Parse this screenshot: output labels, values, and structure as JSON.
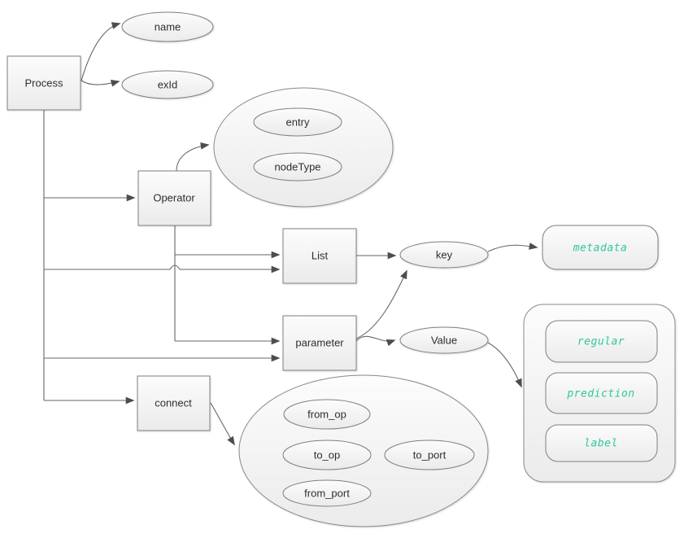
{
  "diagram": {
    "background": "#ffffff",
    "colors": {
      "shape_fill_top": "#fcfcfc",
      "shape_fill_bottom": "#ebebeb",
      "shape_border": "#7f7f7f",
      "edge": "#666666",
      "arrowhead": "#4d4d4d",
      "label_text": "#2e2e2e",
      "accent_text": "#2fc79e"
    },
    "nodes": {
      "process": {
        "label": "Process",
        "shape": "rectangle"
      },
      "name": {
        "label": "name",
        "shape": "ellipse"
      },
      "exid": {
        "label": "exId",
        "shape": "ellipse"
      },
      "operator": {
        "label": "Operator",
        "shape": "rectangle"
      },
      "entry": {
        "label": "entry",
        "shape": "ellipse"
      },
      "nodetype": {
        "label": "nodeType",
        "shape": "ellipse"
      },
      "list": {
        "label": "List",
        "shape": "rectangle"
      },
      "key": {
        "label": "key",
        "shape": "ellipse"
      },
      "parameter": {
        "label": "parameter",
        "shape": "rectangle"
      },
      "value": {
        "label": "Value",
        "shape": "ellipse"
      },
      "metadata": {
        "label": "metadata",
        "shape": "rounded-rectangle",
        "accent": true
      },
      "regular": {
        "label": "regular",
        "shape": "rounded-rectangle",
        "accent": true
      },
      "prediction": {
        "label": "prediction",
        "shape": "rounded-rectangle",
        "accent": true
      },
      "label": {
        "label": "label",
        "shape": "rounded-rectangle",
        "accent": true
      },
      "connect": {
        "label": "connect",
        "shape": "rectangle"
      },
      "from_op": {
        "label": "from_op",
        "shape": "ellipse"
      },
      "to_op": {
        "label": "to_op",
        "shape": "ellipse"
      },
      "to_port": {
        "label": "to_port",
        "shape": "ellipse"
      },
      "from_port": {
        "label": "from_port",
        "shape": "ellipse"
      }
    },
    "groups": {
      "operator_group": {
        "shape": "ellipse",
        "children": [
          "entry",
          "nodeType"
        ]
      },
      "value_group": {
        "shape": "rounded-rectangle",
        "children": [
          "regular",
          "prediction",
          "label"
        ]
      },
      "connect_group": {
        "shape": "ellipse",
        "children": [
          "from_op",
          "to_op",
          "to_port",
          "from_port"
        ]
      }
    },
    "edges": [
      {
        "from": "Process",
        "to": "name"
      },
      {
        "from": "Process",
        "to": "exId"
      },
      {
        "from": "Process",
        "to": "Operator"
      },
      {
        "from": "Process",
        "to": "List"
      },
      {
        "from": "Process",
        "to": "parameter"
      },
      {
        "from": "Process",
        "to": "connect"
      },
      {
        "from": "Operator",
        "to": "operator_group"
      },
      {
        "from": "Operator",
        "to": "List"
      },
      {
        "from": "Operator",
        "to": "parameter"
      },
      {
        "from": "List",
        "to": "key"
      },
      {
        "from": "parameter",
        "to": "key"
      },
      {
        "from": "parameter",
        "to": "Value"
      },
      {
        "from": "key",
        "to": "metadata"
      },
      {
        "from": "Value",
        "to": "value_group"
      },
      {
        "from": "connect",
        "to": "connect_group"
      }
    ]
  }
}
